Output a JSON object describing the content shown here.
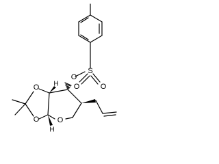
{
  "structure": {
    "atoms": {
      "sulfonyl_s": "S",
      "sulfonyl_o_left": "O",
      "sulfonyl_o_right": "O",
      "ester_o": "O",
      "dioxolane_o_top": "O",
      "dioxolane_o_bottom": "O",
      "furanose_o": "O",
      "h_top": "H",
      "h_bottom": "H"
    }
  }
}
